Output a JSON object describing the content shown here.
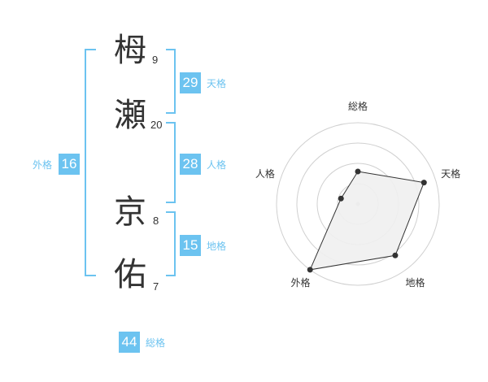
{
  "colors": {
    "accent": "#6cc3f0",
    "text": "#333333",
    "ring": "#d0d0d0",
    "fill": "#f0f0f0",
    "line": "#333333"
  },
  "name_chars": [
    {
      "char": "栂",
      "strokes": "9"
    },
    {
      "char": "瀬",
      "strokes": "20"
    },
    {
      "char": "京",
      "strokes": "8"
    },
    {
      "char": "佑",
      "strokes": "7"
    }
  ],
  "fortunes": {
    "tenkaku": {
      "value": "29",
      "label": "天格"
    },
    "jinkaku": {
      "value": "28",
      "label": "人格"
    },
    "chikaku": {
      "value": "15",
      "label": "地格"
    },
    "gaikaku": {
      "value": "16",
      "label": "外格"
    },
    "soukaku": {
      "value": "44",
      "label": "総格"
    }
  },
  "chart_data": {
    "type": "radar",
    "axes": [
      "総格",
      "天格",
      "地格",
      "外格",
      "人格"
    ],
    "values": [
      2.2,
      4.7,
      4.3,
      5.5,
      1.2
    ],
    "max": 5.5,
    "rings": 4
  }
}
